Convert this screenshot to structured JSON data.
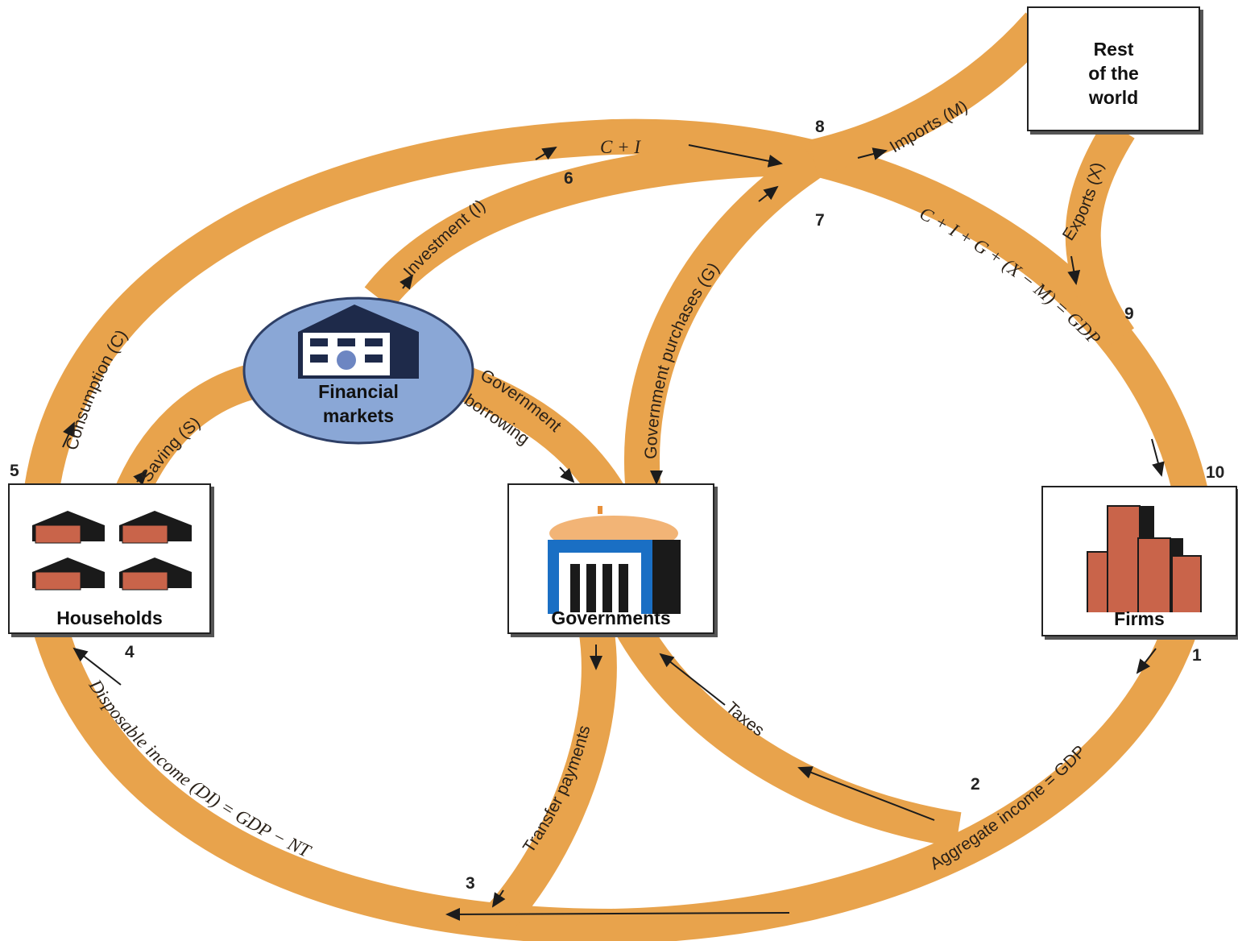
{
  "colors": {
    "flow": "#e8a34c",
    "box_border": "#222222",
    "financial_fill": "#8aa7d6",
    "house_roof": "#c9644a",
    "gov_blue": "#1a6fc4",
    "firm_brick": "#c9644a"
  },
  "nodes": {
    "rest_of_world": {
      "line1": "Rest",
      "line2": "of the",
      "line3": "world"
    },
    "financial_markets": {
      "line1": "Financial",
      "line2": "markets"
    },
    "households": {
      "label": "Households"
    },
    "governments": {
      "label": "Governments"
    },
    "firms": {
      "label": "Firms"
    }
  },
  "flows": {
    "consumption": "Consumption (C)",
    "saving": "Saving (S)",
    "investment": "Investment (I)",
    "c_plus_i": "C + I",
    "imports": "Imports (M)",
    "government_borrowing_1": "Government",
    "government_borrowing_2": "borrowing",
    "government_purchases": "Government purchases (G)",
    "gdp_identity": "C + I + G + (X − M) = GDP",
    "exports": "Exports (X)",
    "transfer_payments": "Transfer payments",
    "taxes": "Taxes",
    "aggregate_income": "Aggregate income = GDP",
    "disposable_income": "Disposable income (DI) = GDP − NT"
  },
  "step_numbers": [
    "1",
    "2",
    "3",
    "4",
    "5",
    "6",
    "7",
    "8",
    "9",
    "10"
  ]
}
